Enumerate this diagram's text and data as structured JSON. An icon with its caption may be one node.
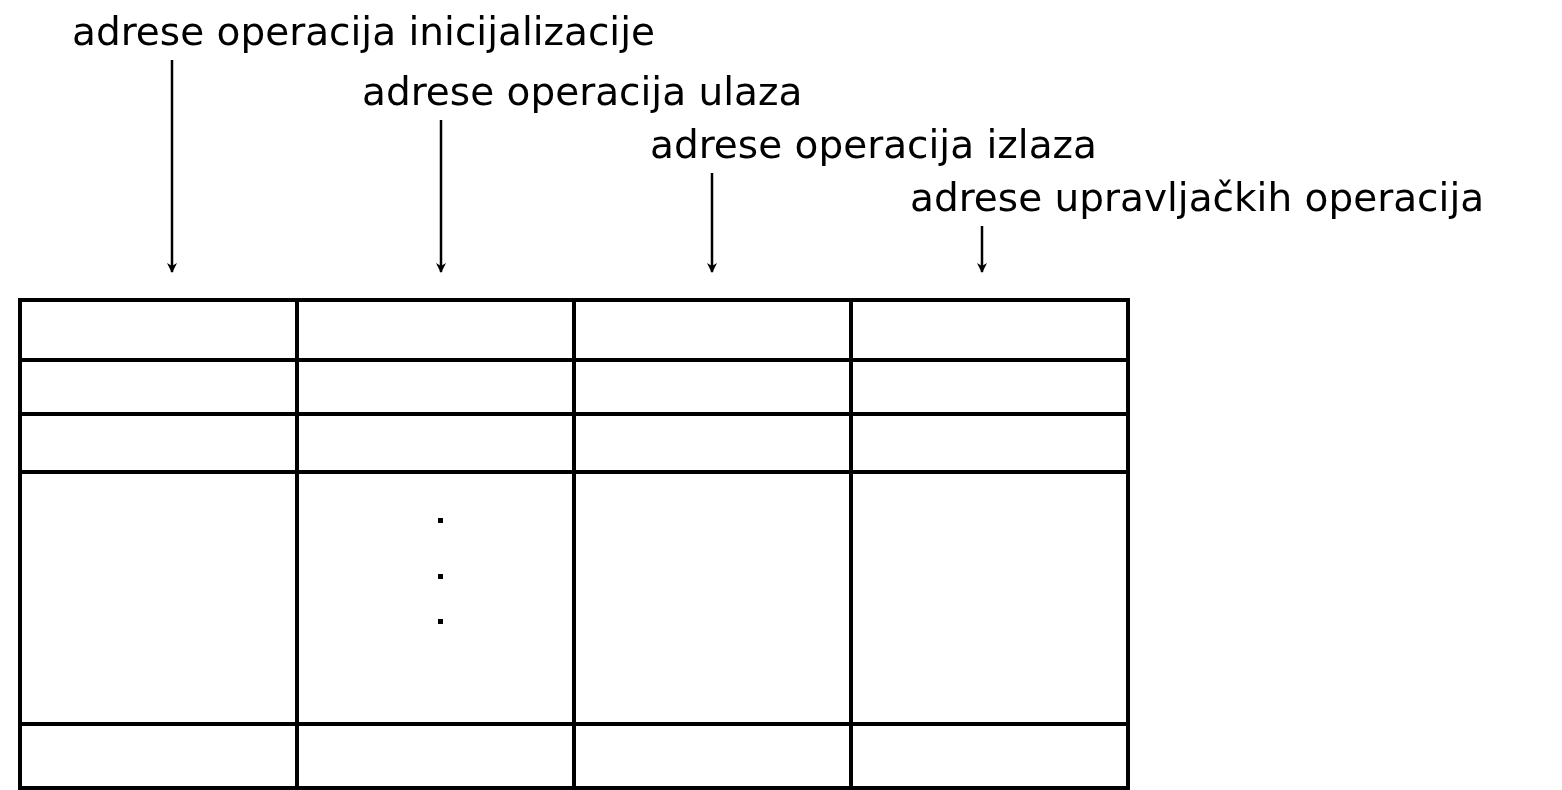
{
  "diagram": {
    "nodes": [
      {
        "text": [
          "adrese operacija inicijalizacije"
        ]
      },
      {
        "text": [
          "adrese operacija ulaza"
        ]
      },
      {
        "text": [
          "adrese operacija izlaza"
        ]
      },
      {
        "text": [
          "adrese upravljačkih operacija"
        ]
      }
    ],
    "edges": [
      {
        "from": 0,
        "to": null,
        "arrow": "to"
      },
      {
        "from": 1,
        "to": null,
        "arrow": "to"
      },
      {
        "from": 2,
        "to": null,
        "arrow": "to"
      },
      {
        "from": 3,
        "to": null,
        "arrow": "to"
      }
    ]
  }
}
